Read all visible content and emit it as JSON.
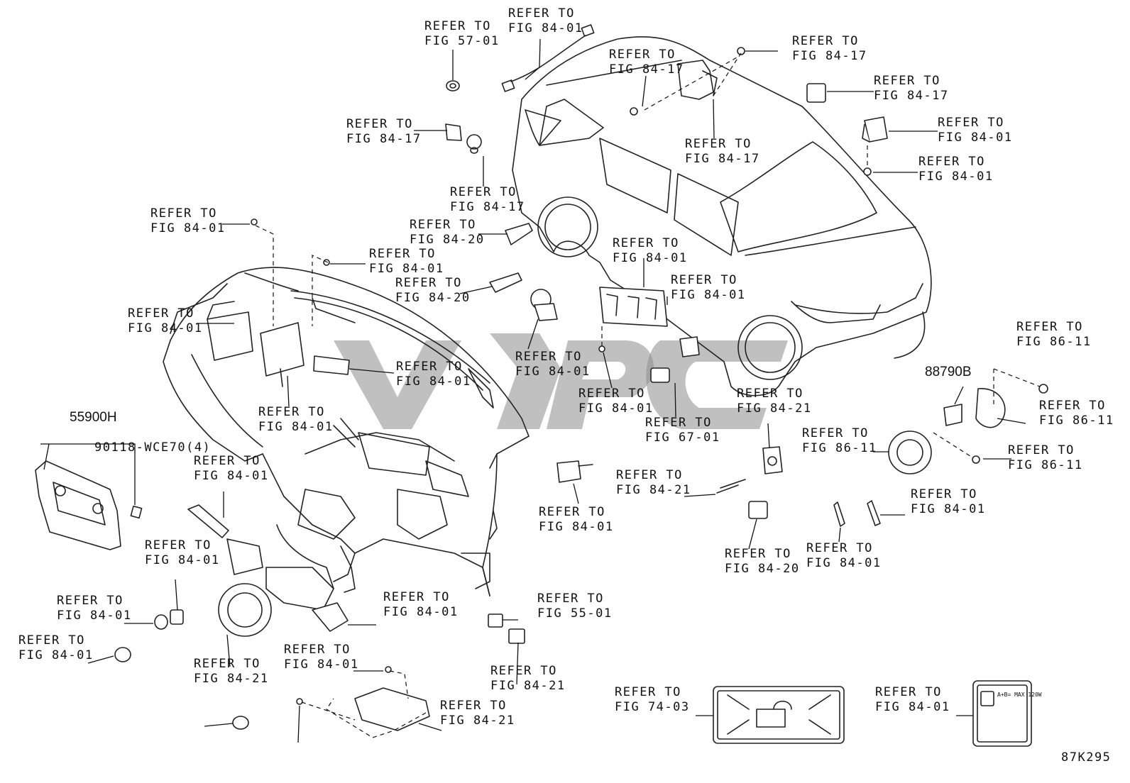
{
  "diagram": {
    "drawing_code": "87K295",
    "part_numbers": {
      "control_panel": "55900H",
      "clip": "90118-WCE70(4)",
      "horn": "88790B"
    },
    "refer_word": "REFER TO",
    "callouts": [
      {
        "id": "c1",
        "fig": "FIG 57-01"
      },
      {
        "id": "c2",
        "fig": "FIG 84-01"
      },
      {
        "id": "c3",
        "fig": "FIG 84-17"
      },
      {
        "id": "c4",
        "fig": "FIG 84-17"
      },
      {
        "id": "c5",
        "fig": "FIG 84-17"
      },
      {
        "id": "c6",
        "fig": "FIG 84-01"
      },
      {
        "id": "c7",
        "fig": "FIG 84-01"
      },
      {
        "id": "c8",
        "fig": "FIG 84-17"
      },
      {
        "id": "c9",
        "fig": "FIG 84-17"
      },
      {
        "id": "c10",
        "fig": "FIG 84-17"
      },
      {
        "id": "c11",
        "fig": "FIG 84-01"
      },
      {
        "id": "c12",
        "fig": "FIG 84-20"
      },
      {
        "id": "c13",
        "fig": "FIG 84-01"
      },
      {
        "id": "c14",
        "fig": "FIG 84-20"
      },
      {
        "id": "c15",
        "fig": "FIG 84-01"
      },
      {
        "id": "c16",
        "fig": "FIG 84-01"
      },
      {
        "id": "c17",
        "fig": "FIG 84-01"
      },
      {
        "id": "c18",
        "fig": "FIG 84-01"
      },
      {
        "id": "c19",
        "fig": "FIG 86-11"
      },
      {
        "id": "c20",
        "fig": "FIG 84-01"
      },
      {
        "id": "c21",
        "fig": "FIG 84-01"
      },
      {
        "id": "c22",
        "fig": "FIG 84-01"
      },
      {
        "id": "c23",
        "fig": "FIG 67-01"
      },
      {
        "id": "c24",
        "fig": "FIG 84-21"
      },
      {
        "id": "c25",
        "fig": "FIG 86-11"
      },
      {
        "id": "c26",
        "fig": "FIG 86-11"
      },
      {
        "id": "c27",
        "fig": "FIG 86-11"
      },
      {
        "id": "c28",
        "fig": "FIG 84-01"
      },
      {
        "id": "c29",
        "fig": "FIG 84-21"
      },
      {
        "id": "c30",
        "fig": "FIG 84-01"
      },
      {
        "id": "c31",
        "fig": "FIG 84-01"
      },
      {
        "id": "c32",
        "fig": "FIG 84-20"
      },
      {
        "id": "c33",
        "fig": "FIG 84-01"
      },
      {
        "id": "c34",
        "fig": "FIG 84-01"
      },
      {
        "id": "c35",
        "fig": "FIG 84-01"
      },
      {
        "id": "c36",
        "fig": "FIG 55-01"
      },
      {
        "id": "c37",
        "fig": "FIG 84-01"
      },
      {
        "id": "c38",
        "fig": "FIG 84-01"
      },
      {
        "id": "c39",
        "fig": "FIG 84-21"
      },
      {
        "id": "c40",
        "fig": "FIG 84-21"
      },
      {
        "id": "c41",
        "fig": "FIG 84-01"
      },
      {
        "id": "c42",
        "fig": "FIG 84-21"
      },
      {
        "id": "c43",
        "fig": "FIG 74-03"
      },
      {
        "id": "c44",
        "fig": "FIG 84-01"
      }
    ],
    "label_text": {
      "load_label": "A+B= MAX 120W"
    }
  }
}
